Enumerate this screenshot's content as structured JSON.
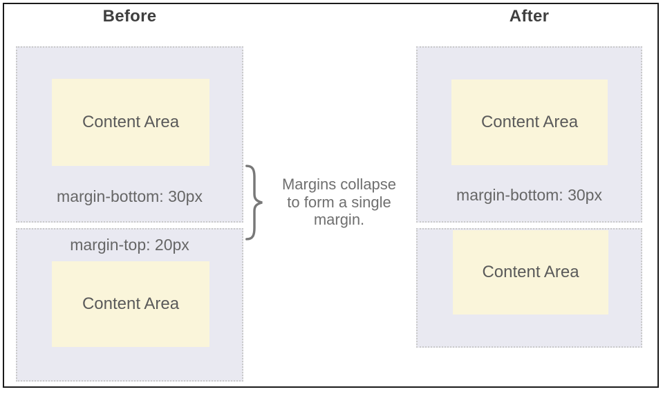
{
  "diagram": {
    "columns": {
      "before": {
        "heading": "Before",
        "box1": {
          "content": "Content Area",
          "margin_label": "margin-bottom: 30px"
        },
        "box2": {
          "margin_label": "margin-top: 20px",
          "content": "Content Area"
        }
      },
      "after": {
        "heading": "After",
        "box1": {
          "content": "Content Area",
          "margin_label": "margin-bottom: 30px"
        },
        "box2": {
          "content": "Content Area"
        }
      }
    },
    "annotation": {
      "full_text": "Margins collapse to form a single margin.",
      "lines": [
        "Margins collapse",
        "to form a single",
        "margin."
      ]
    },
    "colors": {
      "margin_box_bg": "#e9e9f1",
      "content_area_bg": "#faf5da",
      "dashed_border": "#c9c9c9",
      "frame_border": "#1a1a1a",
      "label_text": "#666666",
      "heading_text": "#3f3f3f",
      "annotation_text": "#6f6f6f"
    }
  }
}
